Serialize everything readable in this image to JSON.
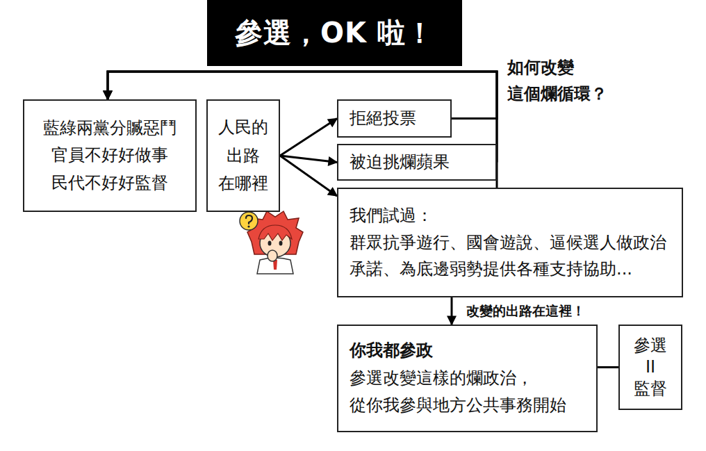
{
  "diagram": {
    "title": "參選，OK 啦！",
    "nodes": [
      {
        "text": [
          "藍綠兩黨分贓惡鬥 官員不好好做事 民代不好好監督"
        ]
      },
      {
        "text": [
          "人民的 出路 在哪裡"
        ]
      },
      {
        "text": [
          "拒絕投票"
        ]
      },
      {
        "text": [
          "被迫挑爛蘋果"
        ]
      },
      {
        "text": [
          "我們試過：",
          "群眾抗爭遊行、國會遊說、逼候選人做政治承諾、為底邊弱勢提供各種支持協助..."
        ]
      },
      {
        "text": [
          "你我都參政",
          "參選改變這樣的爛政治， 從你我參與地方公共事務開始"
        ]
      },
      {
        "text": [
          "參選 II 監督"
        ]
      }
    ],
    "edges": [
      {
        "from": 1,
        "to": 2,
        "arrow": "to"
      },
      {
        "from": 1,
        "to": 3,
        "arrow": "to"
      },
      {
        "from": 1,
        "to": 4,
        "arrow": "to"
      },
      {
        "from": 2,
        "to": 0,
        "arrow": "to"
      },
      {
        "from": 3,
        "to": 0,
        "arrow": "to"
      },
      {
        "from": 4,
        "to": 0,
        "arrow": "to"
      },
      {
        "from": 4,
        "to": 5,
        "arrow": "to",
        "label": "改變的出路在這裡！"
      },
      {
        "from": 5,
        "to": 6,
        "arrow": "none"
      }
    ],
    "labels": [
      "如何改變 這個爛循環？"
    ]
  }
}
